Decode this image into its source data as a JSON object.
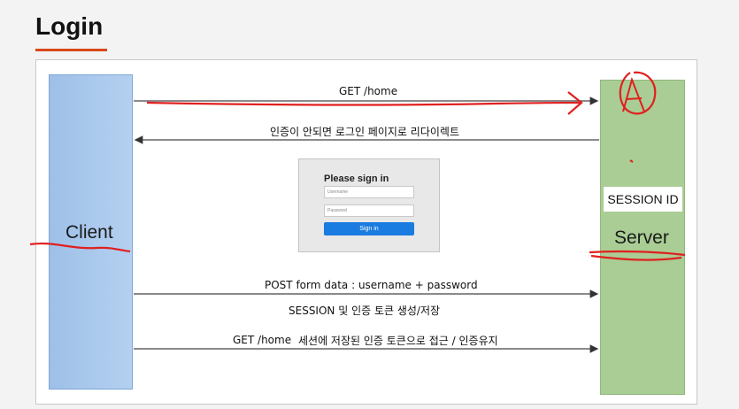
{
  "title": "Login",
  "diagram": {
    "client_label": "Client",
    "server_label": "Server",
    "session_badge": "SESSION ID",
    "messages": {
      "get_home": "GET /home",
      "redirect": "인증이 안되면 로그인 페이지로 리다이렉트",
      "post_form": "POST  form data : username + password",
      "session_create": "SESSION 및 인증 토큰 생성/저장",
      "get_home_2": "GET /home",
      "session_access": "세션에 저장된 인증 토큰으로 접근 / 인증유지"
    },
    "login_form": {
      "heading": "Please sign in",
      "username_placeholder": "Username",
      "password_placeholder": "Password",
      "button_label": "Sign in"
    },
    "colors": {
      "client": "#a9c8ee",
      "server": "#a9cd94",
      "annotation": "#e02020",
      "accent": "#d9481c",
      "button": "#1a7be0"
    }
  }
}
